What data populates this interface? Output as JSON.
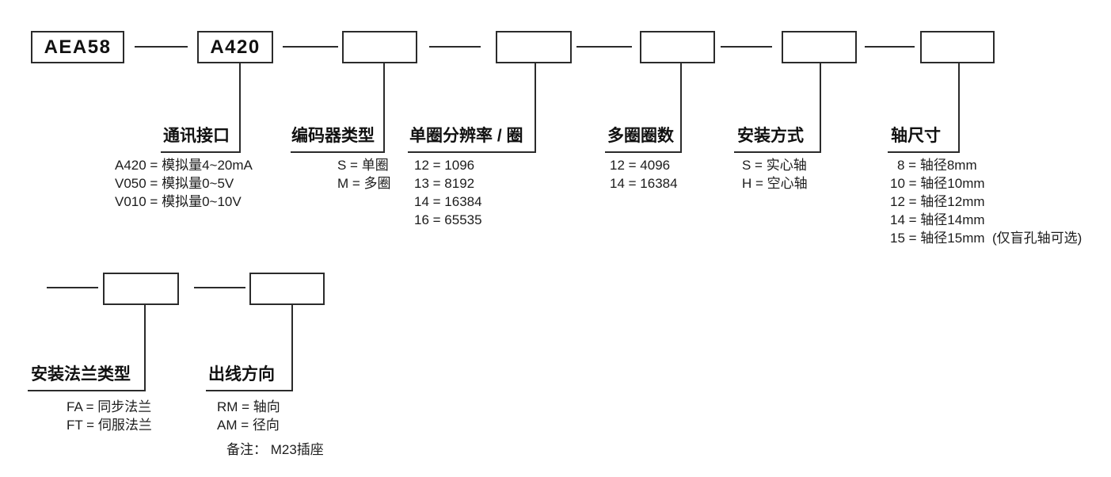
{
  "top_boxes": [
    "AEA58",
    "A420",
    "",
    "",
    "",
    "",
    ""
  ],
  "sections": [
    {
      "title": "通讯接口",
      "options": [
        "A420 = 模拟量4~20mA",
        "V050 = 模拟量0~5V",
        "V010 = 模拟量0~10V"
      ]
    },
    {
      "title": "编码器类型",
      "options": [
        "S = 单圈",
        "M = 多圈"
      ]
    },
    {
      "title": "单圈分辨率 / 圈",
      "options": [
        "12 = 1096",
        "13 = 8192",
        "14 = 16384",
        "16 = 65535"
      ]
    },
    {
      "title": "多圈圈数",
      "options": [
        "12 = 4096",
        "14 = 16384"
      ]
    },
    {
      "title": "安装方式",
      "options": [
        "S = 实心轴",
        "H = 空心轴"
      ]
    },
    {
      "title": "轴尺寸",
      "options": [
        "8 = 轴径8mm",
        "10 = 轴径10mm",
        "12 = 轴径12mm",
        "14 = 轴径14mm",
        "15 = 轴径15mm  (仅盲孔轴可选)"
      ]
    },
    {
      "title": "安装法兰类型",
      "options": [
        "FA = 同步法兰",
        "FT = 伺服法兰"
      ]
    },
    {
      "title": "出线方向",
      "options": [
        "RM = 轴向",
        "AM = 径向"
      ],
      "note": "备注： M23插座"
    }
  ],
  "colors": {
    "background": "#ffffff",
    "line": "#2b2b2b",
    "text": "#1a1a1a"
  }
}
